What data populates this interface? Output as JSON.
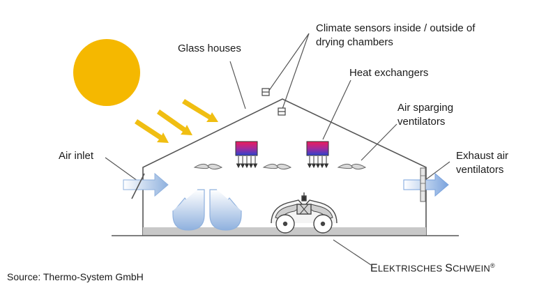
{
  "labels": {
    "glass_houses": "Glass houses",
    "sensors_line1": "Climate sensors inside / outside of",
    "sensors_line2": "drying chambers",
    "heat_exchangers": "Heat exchangers",
    "air_sparging_line1": "Air sparging",
    "air_sparging_line2": "ventilators",
    "air_inlet": "Air inlet",
    "exhaust_line1": "Exhaust air",
    "exhaust_line2": "ventilators",
    "machine_part1_initial": "E",
    "machine_part1_rest": "LEKTRISCHES",
    "machine_part2_initial": "S",
    "machine_part2_rest": "CHWEIN",
    "machine_registered": "®",
    "source": "Source: Thermo-System GmbH"
  },
  "colors": {
    "sun": "#f5b800",
    "sun_rays": "#f0be12",
    "outline": "#555555",
    "floor": "#c8c8c8",
    "air_flow": "#8fb1de",
    "heat_hot": "#e8185a",
    "heat_cold": "#2d43c8"
  }
}
